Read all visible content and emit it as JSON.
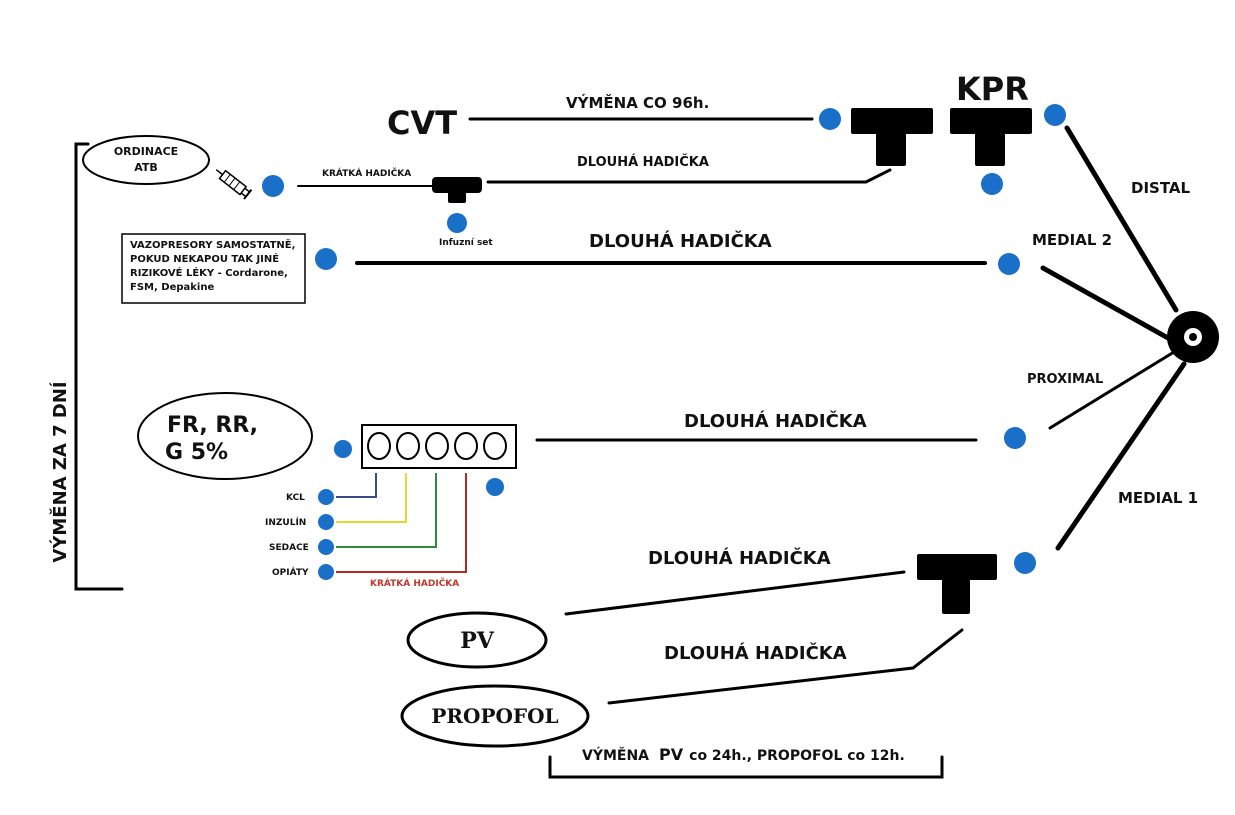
{
  "colors": {
    "line": "#000000",
    "port": "#1a6fc9",
    "kcl": "#3a4a8a",
    "inzulin": "#e8d636",
    "sedace": "#2e8b3e",
    "opiaty": "#b12a2a",
    "kratka_hadicka_red": "#b12a2a"
  },
  "labels": {
    "cvt": "CVT",
    "kpr": "KPR",
    "vymena_96h": "VÝMĚNA CO 96h.",
    "dlouha_hadicka_top": "DLOUHÁ HADIČKA",
    "kratka_hadicka_top": "KRÁTKÁ HADIČKA",
    "infuzni_set": "Infuzní set",
    "ordinace_atb_1": "ORDINACE",
    "ordinace_atb_2": "ATB",
    "vazopresory_1": "VAZOPRESORY SAMOSTATNĚ,",
    "vazopresory_2": "POKUD NEKAPOU TAK JINÉ",
    "vazopresory_3": "RIZIKOVÉ LÉKY - Cordarone,",
    "vazopresory_4": "FSM, Depakine",
    "dlouha_hadicka_medial2": "DLOUHÁ HADIČKA",
    "medial2": "MEDIAL 2",
    "distal": "DISTAL",
    "proximal": "PROXIMAL",
    "medial1": "MEDIAL 1",
    "vymena_7dni": "VÝMĚNA ZA 7 DNÍ",
    "fr_rr_1": "FR, RR,",
    "fr_rr_2": "G 5%",
    "dlouha_hadicka_proximal": "DLOUHÁ HADIČKA",
    "kcl": "KCL",
    "inzulin": "INZULÍN",
    "sedace": "SEDACE",
    "opiaty": "OPIÁTY",
    "kratka_hadicka_bottom": "KRÁTKÁ HADIČKA",
    "dlouha_hadicka_pv": "DLOUHÁ HADIČKA",
    "dlouha_hadicka_propofol": "DLOUHÁ HADIČKA",
    "pv": "PV",
    "propofol": "PROPOFOL",
    "vymena_pv_prefix": "VÝMĚNA",
    "vymena_pv_pv": "PV",
    "vymena_pv_suffix": "co 24h., PROPOFOL co 12h."
  }
}
